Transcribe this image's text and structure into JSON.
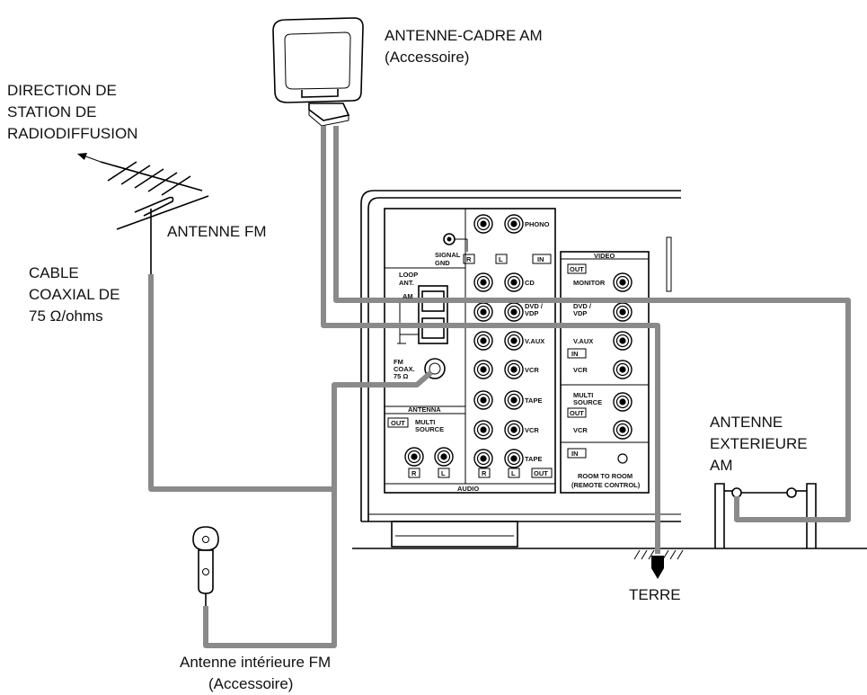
{
  "labels": {
    "am_loop_title": "ANTENNE-CADRE AM",
    "am_loop_sub": "(Accessoire)",
    "direction_1": "DIRECTION DE",
    "direction_2": "STATION DE",
    "direction_3": "RADIODIFFUSION",
    "fm_antenna": "ANTENNE FM",
    "cable_1": "CABLE",
    "cable_2": "COAXIAL DE",
    "cable_3": "75 Ω/ohms",
    "outdoor_am_1": "ANTENNE",
    "outdoor_am_2": "EXTERIEURE",
    "outdoor_am_3": "AM",
    "ground": "TERRE",
    "indoor_fm_title": "Antenne intérieure FM",
    "indoor_fm_sub": "(Accessoire)"
  },
  "panel": {
    "phono": "PHONO",
    "signal_gnd_1": "SIGNAL",
    "signal_gnd_2": "GND",
    "r": "R",
    "l": "L",
    "in": "IN",
    "out": "OUT",
    "cd": "CD",
    "dvd_vdp_1": "DVD /",
    "dvd_vdp_2": "VDP",
    "vaux": "V.AUX",
    "vcr": "VCR",
    "tape": "TAPE",
    "loop_ant_1": "LOOP",
    "loop_ant_2": "ANT.",
    "am": "AM",
    "fm_coax_1": "FM",
    "fm_coax_2": "COAX.",
    "fm_coax_3": "75 Ω",
    "antenna": "ANTENNA",
    "multi_source_1": "MULTI",
    "multi_source_2": "SOURCE",
    "audio": "AUDIO",
    "video": "VIDEO",
    "monitor": "MONITOR",
    "room_to_room": "ROOM TO ROOM",
    "remote_control": "(REMOTE CONTROL)"
  }
}
